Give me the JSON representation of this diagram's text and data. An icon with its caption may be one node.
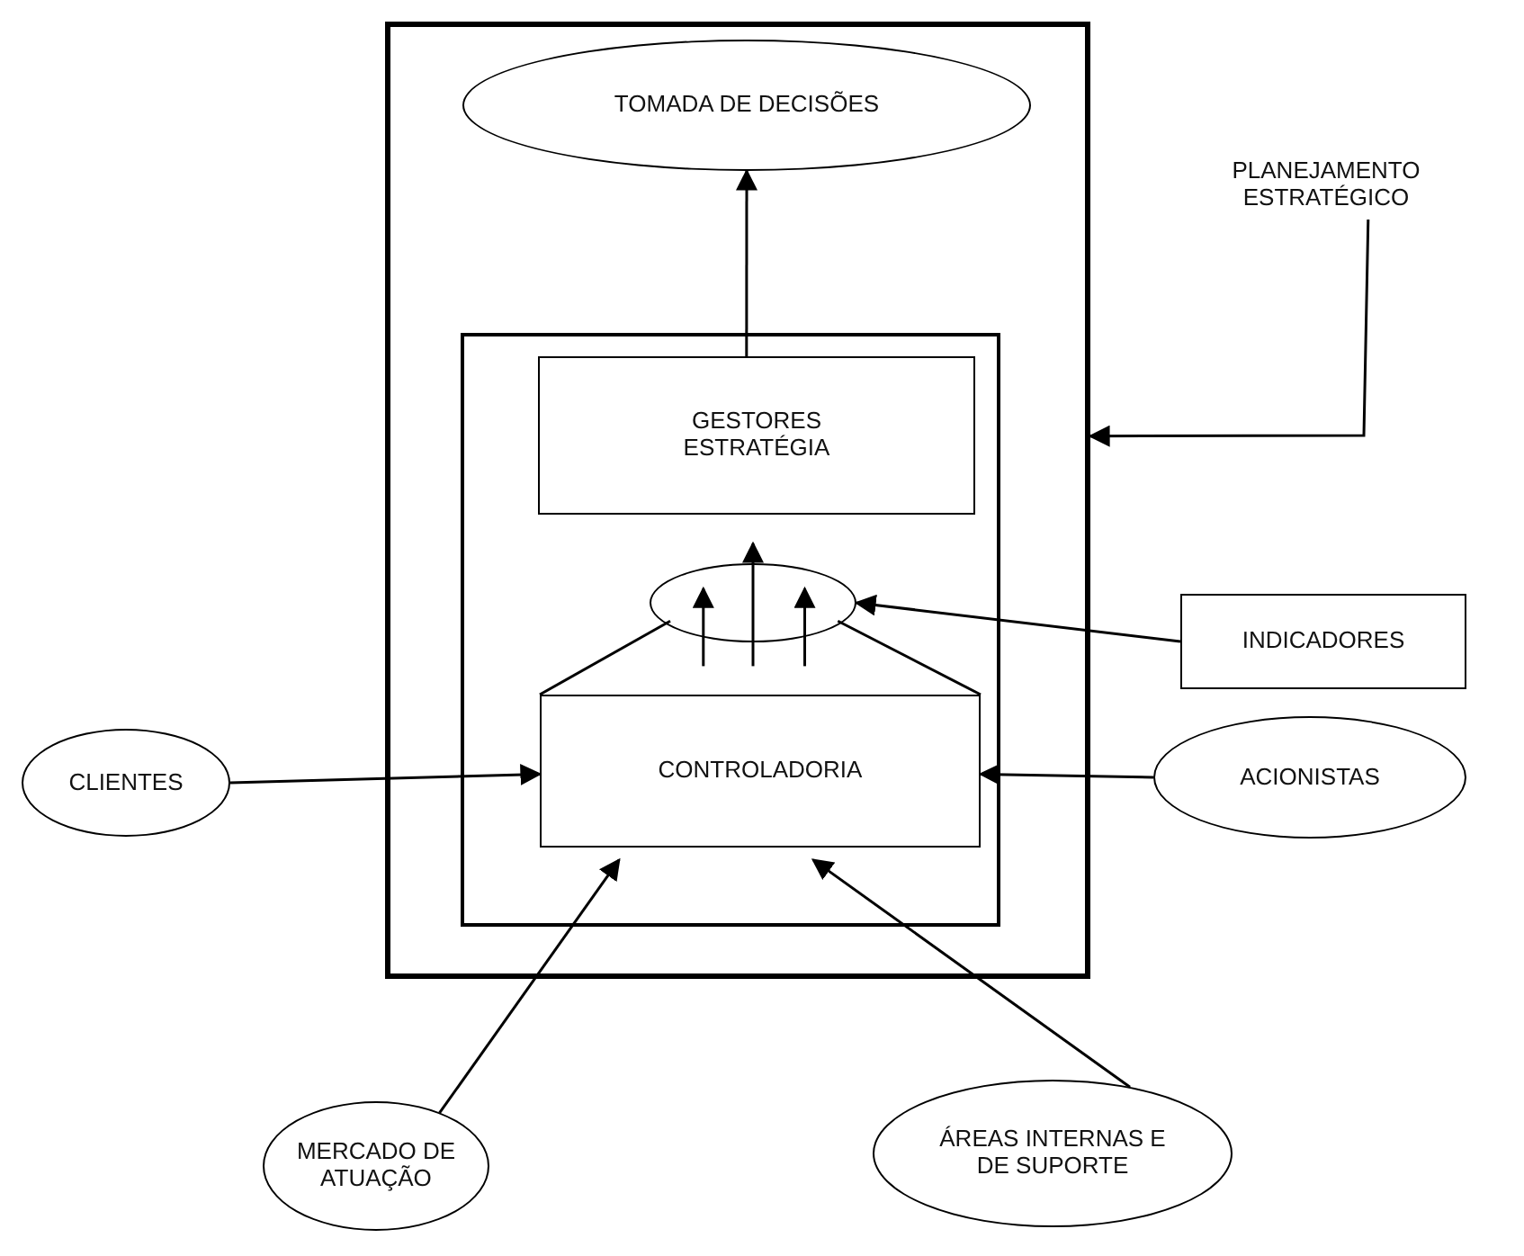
{
  "diagram": {
    "nodes": [
      {
        "text": [],
        "shape": "box"
      },
      {
        "text": [
          "TOMADA DE DECISÕES"
        ],
        "in": 0
      },
      {
        "text": [],
        "shape": "box",
        "in": 0
      },
      {
        "text": [
          "GESTORES ESTRATÉGIA"
        ],
        "in": 2
      },
      {
        "text": [],
        "shape": "circle",
        "in": 2
      },
      {
        "text": [
          "CONTROLADORIA"
        ],
        "in": 2
      },
      {
        "text": [
          "PLANEJAMENTO ESTRATÉGICO"
        ]
      },
      {
        "text": [
          "INDICADORES"
        ]
      },
      {
        "text": [
          "CLIENTES"
        ]
      },
      {
        "text": [
          "ACIONISTAS"
        ]
      },
      {
        "text": [
          "MERCADO DE ATUAÇÃO"
        ]
      },
      {
        "text": [
          "ÁREAS INTERNAS E DE SUPORTE"
        ]
      }
    ],
    "edges": [
      {
        "from": 3,
        "to": 1,
        "arrow": "to"
      },
      {
        "from": 6,
        "to": 0,
        "arrow": "to"
      },
      {
        "from": 7,
        "to": 4,
        "arrow": "to"
      },
      {
        "from": null,
        "to": 4,
        "arrow": "to"
      },
      {
        "from": null,
        "to": 4,
        "arrow": "to"
      },
      {
        "from": null,
        "to": 4,
        "arrow": "to"
      },
      {
        "from": 4,
        "to": 5,
        "arrow": "none"
      },
      {
        "from": 4,
        "to": 5,
        "arrow": "none"
      },
      {
        "from": 8,
        "to": 5,
        "arrow": "to"
      },
      {
        "from": 9,
        "to": 5,
        "arrow": "to"
      },
      {
        "from": 10,
        "to": 5,
        "arrow": "to"
      },
      {
        "from": 11,
        "to": 5,
        "arrow": "to"
      }
    ]
  }
}
